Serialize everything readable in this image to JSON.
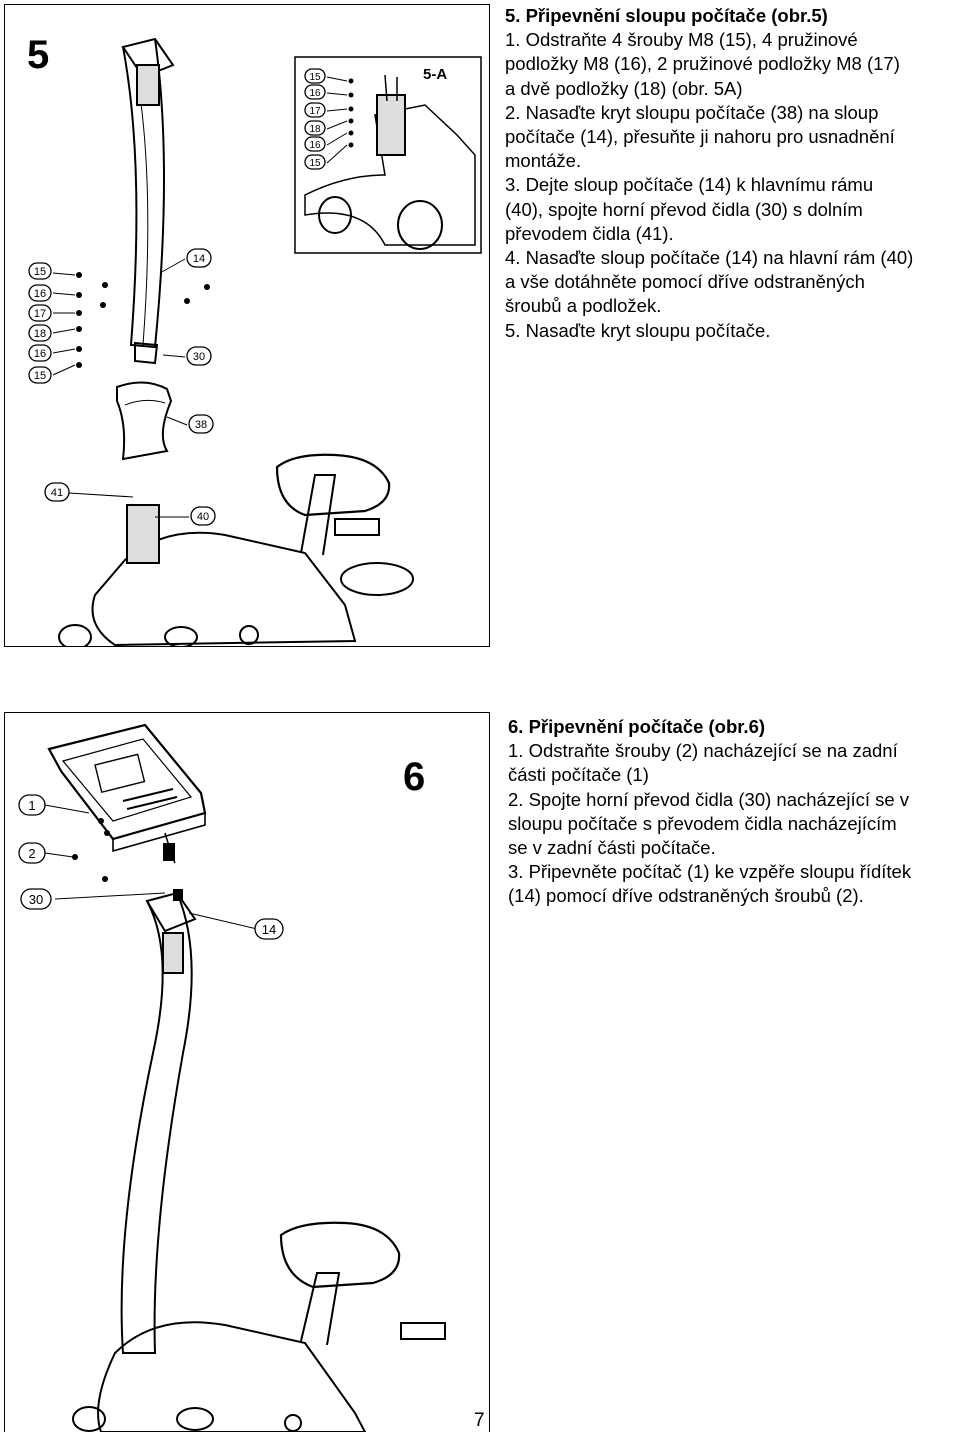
{
  "section5": {
    "heading": "5. Připevnění sloupu počítače (obr.5)",
    "lines": [
      "1. Odstraňte 4 šrouby M8 (15), 4 pružinové",
      "podložky M8 (16), 2 pružinové podložky M8 (17)",
      "a dvě podložky (18) (obr. 5A)",
      "2. Nasaďte kryt sloupu počítače (38) na sloup",
      "počítače (14), přesuňte ji nahoru pro usnadnění",
      "montáže.",
      "3. Dejte sloup počítače (14) k hlavnímu rámu",
      "(40), spojte horní převod čidla (30) s dolním",
      "převodem čidla (41).",
      "4. Nasaďte sloup počítače (14) na hlavní rám (40)",
      "a vše dotáhněte pomocí dříve odstraněných",
      "šroubů a podložek.",
      "5. Nasaďte kryt sloupu počítače."
    ],
    "figure": {
      "number": "5",
      "inset_label": "5-A",
      "inset_parts": [
        "15",
        "16",
        "17",
        "18",
        "16",
        "15"
      ],
      "side_parts": [
        "15",
        "16",
        "17",
        "18",
        "16",
        "15"
      ],
      "part_14": "14",
      "part_30": "30",
      "part_38": "38",
      "part_41": "41",
      "part_40": "40"
    }
  },
  "section6": {
    "heading": "6. Připevnění počítače (obr.6)",
    "lines": [
      "1. Odstraňte šrouby (2) nacházející se na zadní",
      "části počítače (1)",
      "2. Spojte horní převod čidla (30) nacházející se v",
      "sloupu počítače s převodem čidla nacházejícím",
      "se v zadní části počítače.",
      "3. Připevněte počítač (1) ke vzpěře sloupu řídítek",
      "(14) pomocí dříve odstraněných šroubů (2)."
    ],
    "figure": {
      "number": "6",
      "part_1": "1",
      "part_2": "2",
      "part_30": "30",
      "part_14": "14"
    }
  },
  "page_number": "7"
}
